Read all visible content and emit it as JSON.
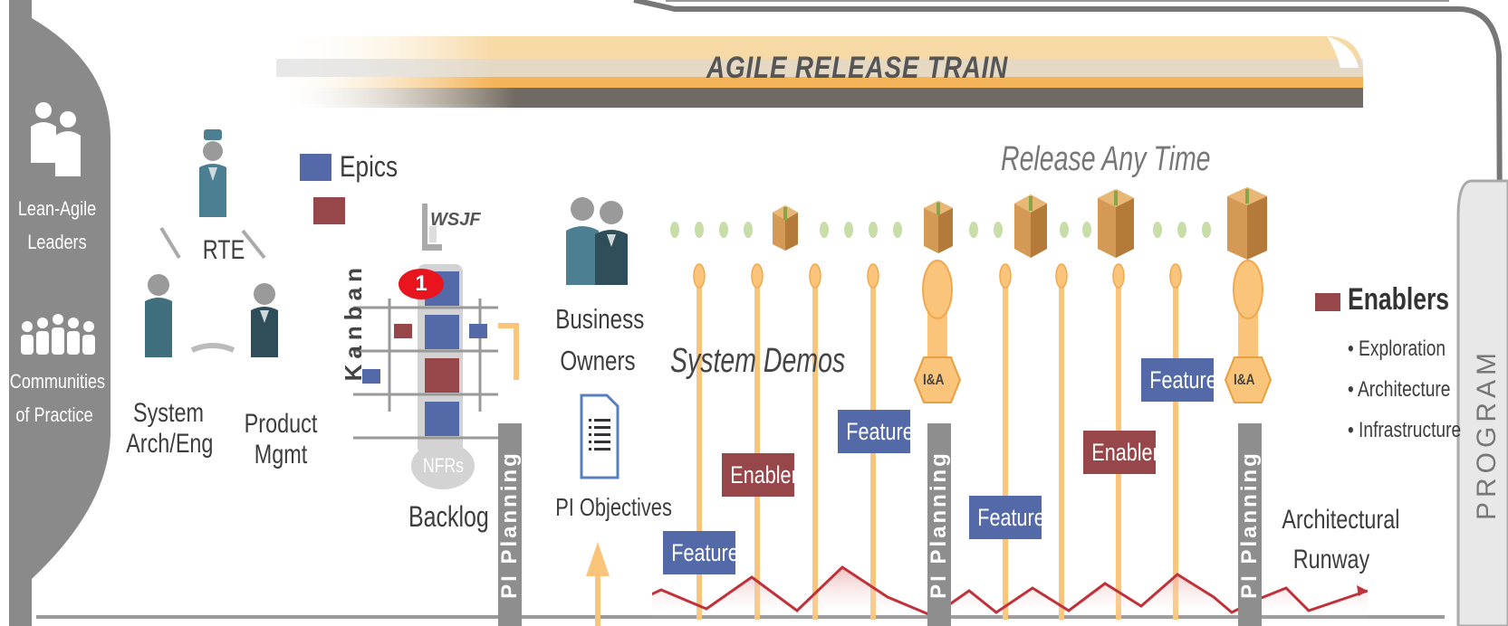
{
  "banner": {
    "title": "AGILE RELEASE TRAIN"
  },
  "left_panel": {
    "lean_agile_leaders": "Lean-Agile\nLeaders",
    "communities": "Communities\nof Practice"
  },
  "roles": {
    "rte": "RTE",
    "system_arch": "System\nArch/Eng",
    "product_mgmt": "Product\nMgmt",
    "business_owners": "Business\nOwners"
  },
  "legend": {
    "epics": "Epics",
    "enablers": "Enablers",
    "enabler_items": [
      "• Exploration",
      "• Architecture",
      "• Infrastructure"
    ]
  },
  "backlog": {
    "wsjf": "WSJF",
    "kanban": "Kanban",
    "nfrs": "NFRs",
    "label": "Backlog",
    "badge": "1"
  },
  "pi_planning": "PI Planning",
  "pi_objectives": "PI Objectives",
  "release_any_time": "Release Any Time",
  "system_demos": "System Demos",
  "ia": "I&A",
  "architectural_runway": "Architectural\nRunway",
  "items": {
    "feature": "Feature",
    "enabler": "Enabler"
  },
  "side_label": "PROGRAM",
  "colors": {
    "epic_blue": "#5469a8",
    "enabler_red": "#97464a",
    "orange": "#fac57a",
    "gray_panel": "#888888",
    "dots": "#c7dea8"
  }
}
